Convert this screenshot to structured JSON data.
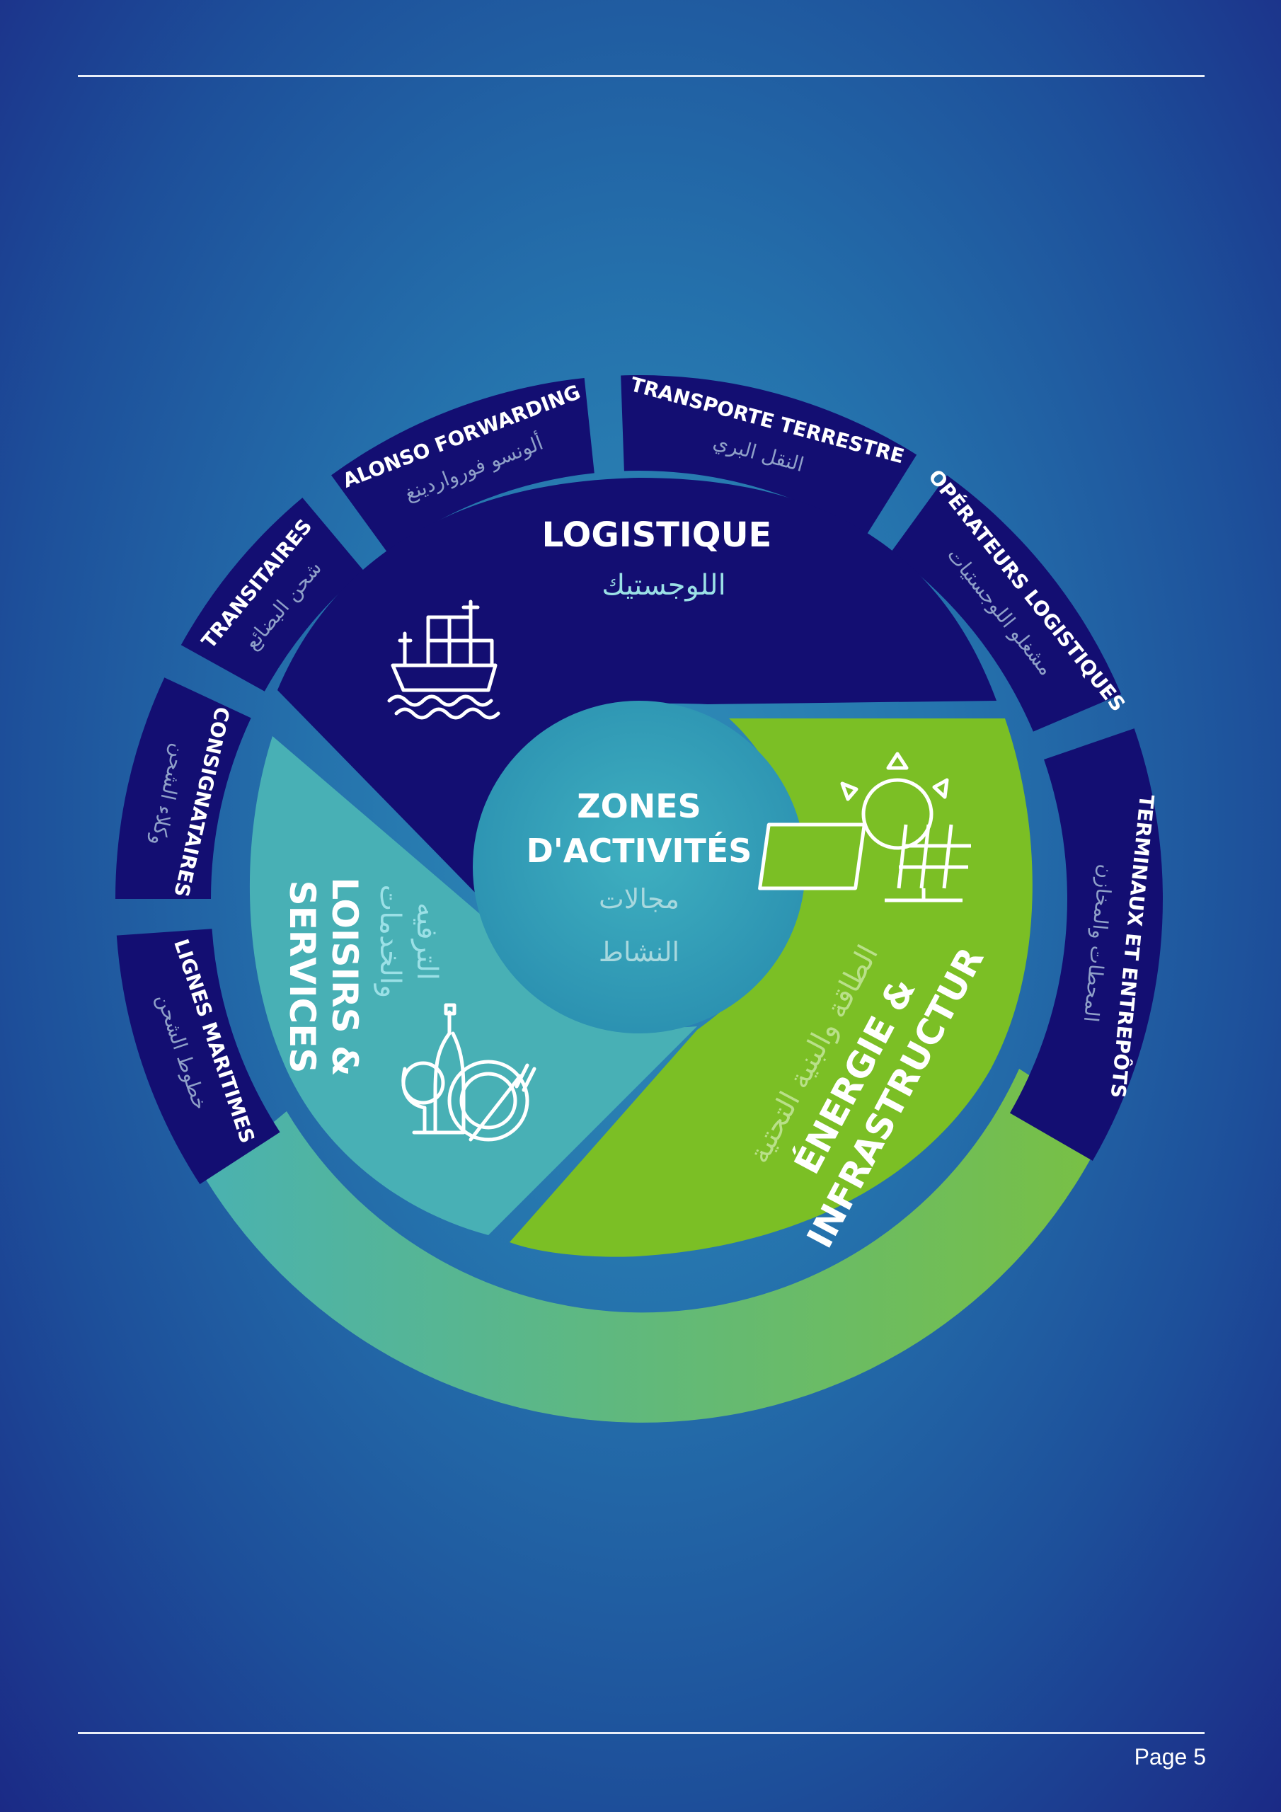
{
  "page": {
    "number_label": "Page 5"
  },
  "center": {
    "title_line1": "ZONES",
    "title_line2": "D'ACTIVITÉS",
    "subtitle_ar_line1": "مجالات",
    "subtitle_ar_line2": "النشاط"
  },
  "sectors": {
    "logistique": {
      "label": "LOGISTIQUE",
      "label_ar": "اللوجستيك",
      "icon": "cargo-ship-icon",
      "color": "#130e72"
    },
    "energie": {
      "label_line1": "ÉNERGIE &",
      "label_line2": "INFRASTRUCTUR",
      "label_ar": "الطاقة والبنية التحتية",
      "icon": "solar-panel-icon",
      "color": "#7bbf25"
    },
    "loisirs": {
      "label_line1": "LOISIRS &",
      "label_line2": "SERVICES",
      "label_ar_line1": "الترفيه",
      "label_ar_line2": "والخدمات",
      "icon": "dining-icon",
      "color": "#48b0b5"
    }
  },
  "outer_segments": [
    {
      "label": "LIGNES MARITIMES",
      "label_ar": "خطوط الشحن"
    },
    {
      "label": "CONSIGNATAIRES",
      "label_ar": "وكلاء الشحن"
    },
    {
      "label": "TRANSITAIRES",
      "label_ar": "شحن البضائع"
    },
    {
      "label": "ALONSO FORWARDING",
      "label_ar": "ألونسو فورواردينغ"
    },
    {
      "label": "TRANSPORTE TERRESTRE",
      "label_ar": "النقل البري"
    },
    {
      "label": "OPÉRATEURS LOGISTIQUES",
      "label_ar": "مشغلو اللوجستيات"
    },
    {
      "label": "TERMINAUX ET ENTREPÔTS",
      "label_ar": "المحطات والمخازن"
    }
  ],
  "colors": {
    "navy": "#130e72",
    "green": "#7bbf25",
    "teal": "#48b0b5",
    "ring_gradient_start": "#4ab2b0",
    "ring_gradient_end": "#79c043"
  }
}
